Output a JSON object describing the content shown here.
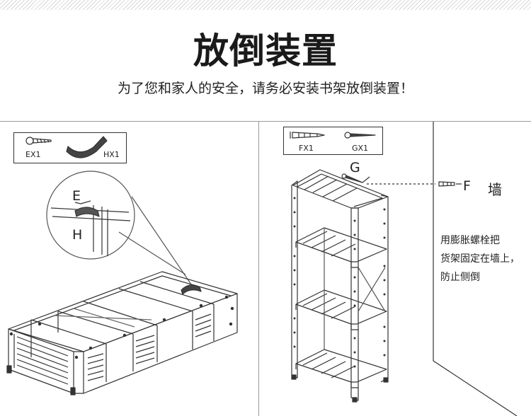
{
  "title": "放倒装置",
  "subtitle": "为了您和家人的安全，请务必安装书架放倒装置！",
  "left_panel": {
    "parts": [
      {
        "label": "EX1",
        "icon": "screw-icon"
      },
      {
        "label": "HX1",
        "icon": "strap-icon"
      }
    ],
    "callout_labels": {
      "top": "E",
      "bottom": "H"
    }
  },
  "right_panel": {
    "parts": [
      {
        "label": "FX1",
        "icon": "anchor-bolt-icon"
      },
      {
        "label": "GX1",
        "icon": "wood-screw-icon"
      }
    ],
    "labels": {
      "g": "G",
      "f": "F",
      "wall": "墙"
    },
    "note_lines": [
      "用膨胀螺栓把",
      "货架固定在墙上，",
      "防止侧倒"
    ]
  }
}
